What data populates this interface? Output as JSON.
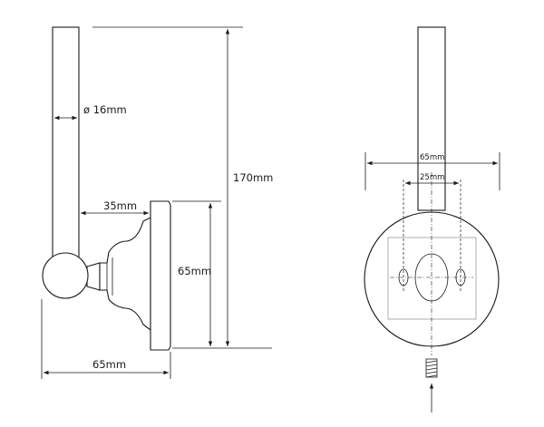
{
  "side_view": {
    "rod_diameter": "ø 16mm",
    "total_height": "170mm",
    "projection": "35mm",
    "rosette_height": "65mm",
    "depth": "65mm"
  },
  "front_view": {
    "rosette_diameter": "65mm",
    "hole_spacing": "25mm"
  },
  "colors": {
    "line": "#1a1a1a",
    "plate": "#9a9a9a"
  }
}
